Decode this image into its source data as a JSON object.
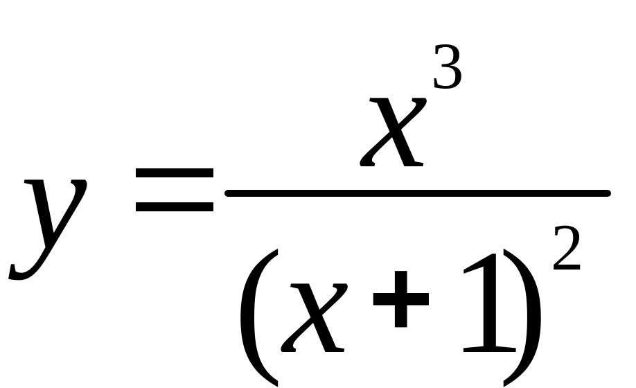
{
  "formula": {
    "lhs": "y",
    "equals": "=",
    "numerator": {
      "base": "x",
      "exponent": "3"
    },
    "denominator": {
      "open_paren": "(",
      "variable": "x",
      "operator": "+",
      "constant": "1",
      "close_paren": ")",
      "exponent": "2"
    }
  }
}
